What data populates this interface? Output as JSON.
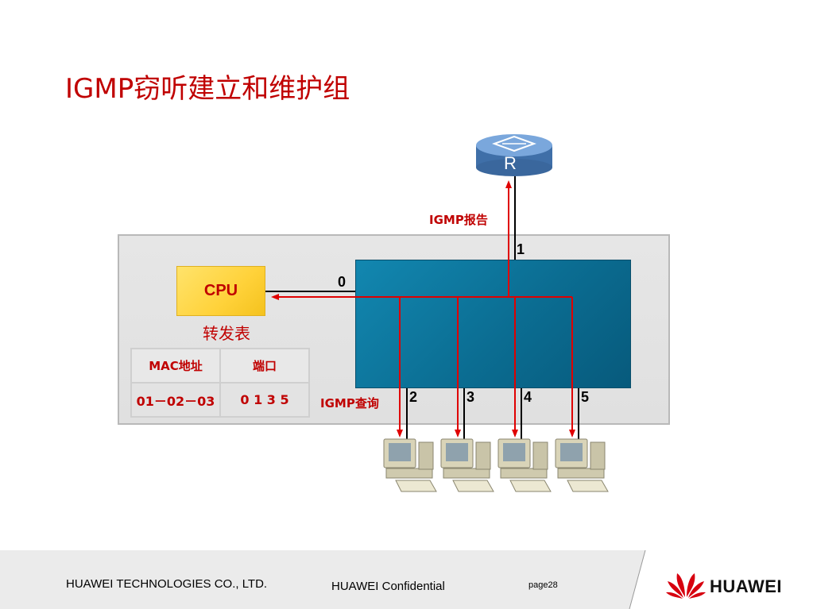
{
  "slide": {
    "title": "IGMP窃听建立和维护组",
    "router_label": "R",
    "igmp_report_label": "IGMP报告",
    "igmp_query_label": "IGMP查询",
    "cpu_label": "CPU",
    "forwarding_table_title": "转发表",
    "ports": {
      "p0": "0",
      "p1": "1",
      "p2": "2",
      "p3": "3",
      "p4": "4",
      "p5": "5"
    },
    "table": {
      "headers": [
        "MAC地址",
        "端口"
      ],
      "rows": [
        [
          "01－02－03",
          "0  1  3  5"
        ]
      ]
    },
    "computers": [
      "pc-port-2",
      "pc-port-3",
      "pc-port-4",
      "pc-port-5"
    ]
  },
  "footer": {
    "company": "HUAWEI TECHNOLOGIES CO., LTD.",
    "confidential": "HUAWEI Confidential",
    "page": "page28",
    "brand": "HUAWEI"
  },
  "colors": {
    "accent": "#c00000",
    "switch": "#0b6d92",
    "cpu": "#ffd23a",
    "router": "#4f7fb8"
  }
}
